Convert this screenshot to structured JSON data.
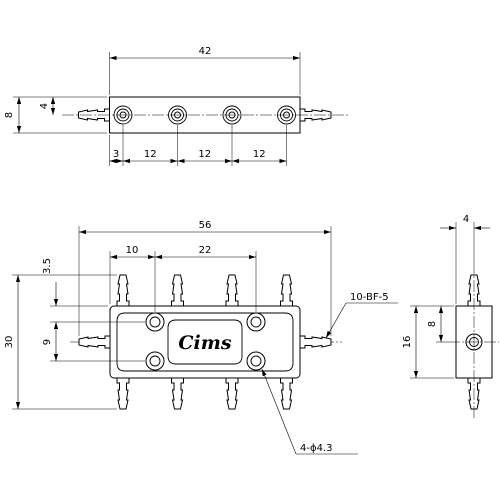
{
  "drawing": {
    "top_view": {
      "dim_length": "42",
      "dim_height": "8",
      "dim_half": "4",
      "dim_pitch": [
        "3",
        "12",
        "12",
        "12"
      ]
    },
    "front_view": {
      "dim_overall_length": "56",
      "dim_hole_offset": "10",
      "dim_hole_pitch": "22",
      "dim_hole_top": "3.5",
      "dim_overall_height": "30",
      "dim_hole_vertical": "9",
      "callout_fitting": "10-BF-5",
      "callout_holes": "4-ϕ4.3",
      "logo_text": "Cims"
    },
    "side_view": {
      "dim_thickness": "4",
      "dim_port_height": "8",
      "dim_body_height": "16"
    }
  }
}
